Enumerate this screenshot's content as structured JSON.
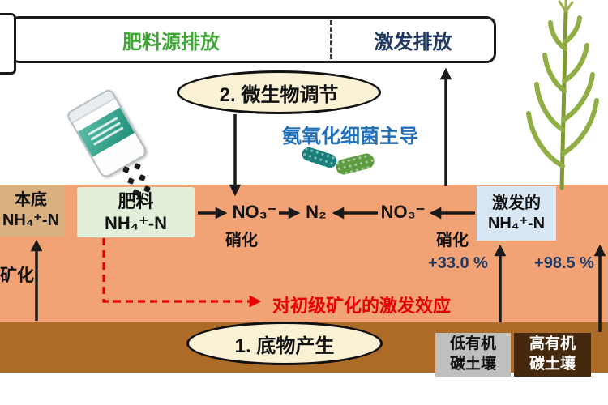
{
  "colors": {
    "band-orange": "#f2a376",
    "band-brown": "#ad6b28",
    "tan": "#d9b181",
    "green": "#3fa535",
    "navy": "#1f3864",
    "blue": "#2470b8",
    "red": "#e60000",
    "cream": "#fbf2d5",
    "pale-green": "#e2efda",
    "pale-blue": "#d9e6f3",
    "grey-box": "#bfbfbf",
    "dark-brown": "#44290e"
  },
  "header": {
    "left_label": "肥料源排放",
    "right_label": "激发排放"
  },
  "ovals": {
    "microbial": "2. 微生物调节",
    "substrate": "1. 底物产生"
  },
  "labels": {
    "bacteria_dominant": "氨氧化细菌主导",
    "priming_effect": "对初级矿化的激发效应",
    "nitrification_left": "硝化",
    "nitrification_right": "硝化",
    "mineralization": "矿化",
    "pct_low": "+33.0 %",
    "pct_high": "+98.5 %"
  },
  "pools": {
    "background": {
      "line1": "本底",
      "line2": "NH₄⁺-N"
    },
    "fertilizer": {
      "line1": "肥料",
      "line2": "NH₄⁺-N"
    },
    "primed": {
      "line1": "激发的",
      "line2": "NH₄⁺-N"
    }
  },
  "species": {
    "no3_left": "NO₃⁻",
    "n2": "N₂",
    "no3_right": "NO₃⁻"
  },
  "soils": {
    "low": {
      "line1": "低有机",
      "line2": "碳土壤"
    },
    "high": {
      "line1": "高有机",
      "line2": "碳土壤"
    }
  }
}
